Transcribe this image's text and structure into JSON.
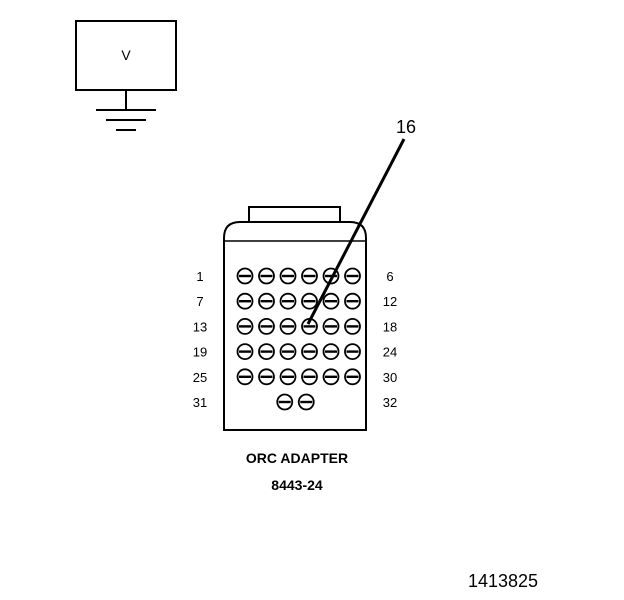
{
  "meter": {
    "label": "V"
  },
  "callout": {
    "label": "16"
  },
  "adapter": {
    "name": "ORC ADAPTER",
    "part_number": "8443-24",
    "rows": [
      {
        "left": "1",
        "right": "6",
        "pins": 6
      },
      {
        "left": "7",
        "right": "12",
        "pins": 6
      },
      {
        "left": "13",
        "right": "18",
        "pins": 6
      },
      {
        "left": "19",
        "right": "24",
        "pins": 6
      },
      {
        "left": "25",
        "right": "30",
        "pins": 6
      },
      {
        "left": "31",
        "right": "32",
        "pins": 2
      }
    ],
    "callout_pin": "16"
  },
  "figure_id": "1413825"
}
